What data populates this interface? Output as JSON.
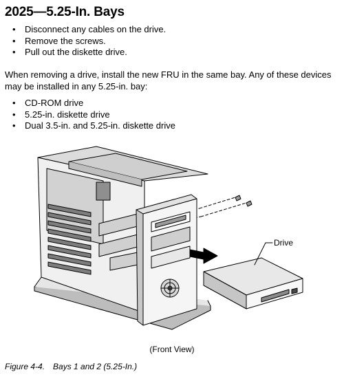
{
  "title": "2025—5.25-In. Bays",
  "steps": [
    "Disconnect any cables on the drive.",
    "Remove the screws.",
    "Pull out the diskette drive."
  ],
  "paragraph": "When removing a drive, install the new FRU in the same bay.  Any of these devices may be installed in any 5.25-in. bay:",
  "devices": [
    "CD-ROM drive",
    "5.25-in. diskette drive",
    "Dual 3.5-in. and 5.25-in. diskette drive"
  ],
  "figure": {
    "drive_label": "Drive",
    "view_label": "(Front View)",
    "caption_number": "Figure   4-4.",
    "caption_text": "Bays 1 and 2 (5.25-In.)"
  }
}
